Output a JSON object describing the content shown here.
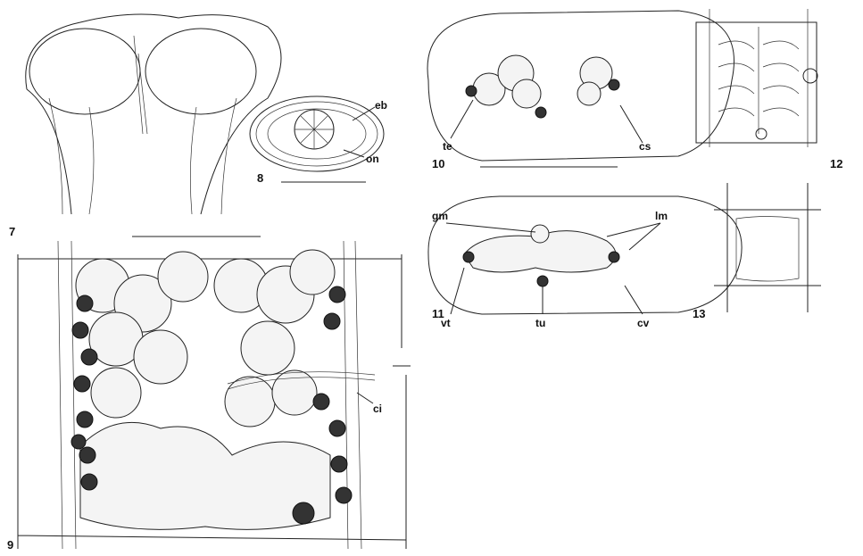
{
  "figures": [
    {
      "number": "7"
    },
    {
      "number": "8",
      "labels": [
        "eb",
        "on"
      ]
    },
    {
      "number": "9",
      "labels": [
        "ci"
      ]
    },
    {
      "number": "10",
      "labels": [
        "te",
        "cs"
      ]
    },
    {
      "number": "11",
      "labels": [
        "gm",
        "lm",
        "vt",
        "tu",
        "cv"
      ]
    },
    {
      "number": "12"
    },
    {
      "number": "13"
    }
  ],
  "colors": {
    "ink": "#222222",
    "paper": "#ffffff"
  }
}
